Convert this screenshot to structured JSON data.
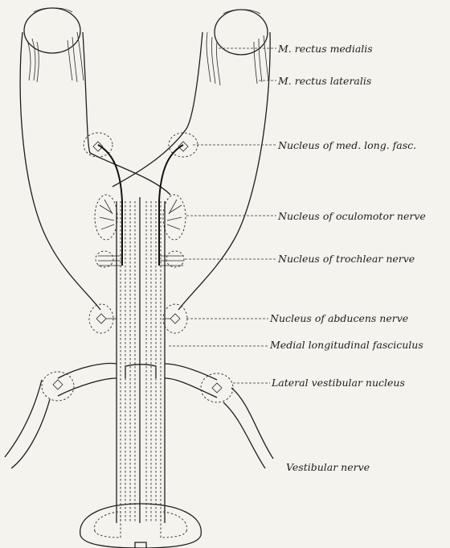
{
  "labels": {
    "rectus_medialis": "M. rectus medialis",
    "rectus_lateralis": "M. rectus lateralis",
    "nucleus_mlf": "Nucleus of med. long. fasc.",
    "nucleus_oculomotor": "Nucleus of oculomotor nerve",
    "nucleus_trochlear": "Nucleus of trochlear nerve",
    "nucleus_abducens": "Nucleus of abducens nerve",
    "mlf": "Medial longitudinal fasciculus",
    "lateral_vestibular": "Lateral vestibular nucleus",
    "vestibular_nerve": "Vestibular nerve"
  },
  "colors": {
    "ink": "#1e1e1e",
    "paper": "#f4f3ee"
  }
}
